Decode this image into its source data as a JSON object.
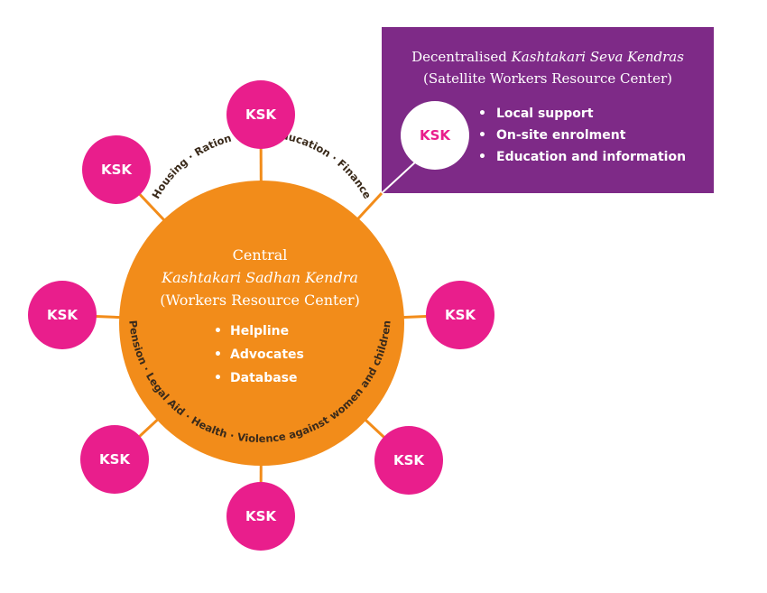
{
  "colors": {
    "orange": "#F28C1A",
    "magenta": "#E91E8C",
    "purple": "#7E2A87",
    "white": "#FFFFFF"
  },
  "satellite_label": "KSK",
  "central": {
    "title_line1": "Central",
    "title_line2": "Kashtakari Sadhan Kendra",
    "title_line3": "(Workers Resource Center)",
    "items": [
      "Helpline",
      "Advocates",
      "Database"
    ],
    "arc_top": "Housing · Ration Card · Education · Finance",
    "arc_bottom": "Pension · Legal Aid · Health · Violence against women and children"
  },
  "callout": {
    "title_prefix": "Decentralised ",
    "title_italic": "Kashtakari Seva Kendras",
    "subtitle": "(Satellite Workers Resource Center)",
    "ksk": "KSK",
    "items": [
      "Local support",
      "On-site enrolment",
      "Education and information"
    ]
  }
}
